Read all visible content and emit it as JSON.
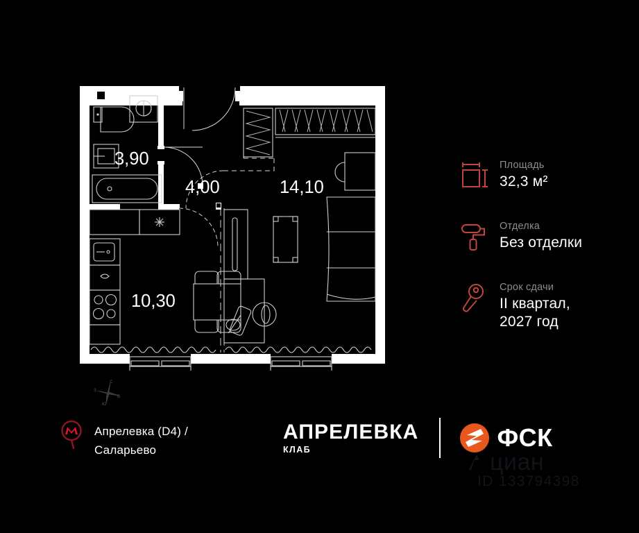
{
  "page": {
    "background_color": "#000000",
    "plan_wall_color": "#ffffff",
    "accent_color": "#c0453a",
    "metro_color": "#d6172c",
    "fsk_orange": "#e8571c"
  },
  "floorplan": {
    "title": "apartment-floor-plan",
    "rooms": [
      {
        "name": "bathroom",
        "area": "3,90"
      },
      {
        "name": "hallway",
        "area": "4,00"
      },
      {
        "name": "living-room",
        "area": "14,10"
      },
      {
        "name": "kitchen",
        "area": "10,30"
      }
    ],
    "compass": {
      "north": "С",
      "south": "Ю",
      "east": "В",
      "west": "З"
    }
  },
  "spec": {
    "rows": [
      {
        "icon": "area-icon",
        "label": "Площадь",
        "value": "32,3 м²",
        "value2": ""
      },
      {
        "icon": "paint-roller-icon",
        "label": "Отделка",
        "value": "Без отделки",
        "value2": ""
      },
      {
        "icon": "key-icon",
        "label": "Срок сдачи",
        "value": "II квартал,",
        "value2": "2027 год"
      }
    ]
  },
  "metro": {
    "icon": "metro-pin-icon",
    "line1": "Апрелевка (D4)  /",
    "line2": "Саларьево"
  },
  "brand": {
    "title": "АПРЕЛЕВКА",
    "subtitle": "КЛАБ",
    "developer_icon": "fsk-logo-icon",
    "developer": "ФСК"
  },
  "watermark": {
    "logo_icon": "cian-logo-icon",
    "word": "циан",
    "id": "ID 133794398"
  }
}
